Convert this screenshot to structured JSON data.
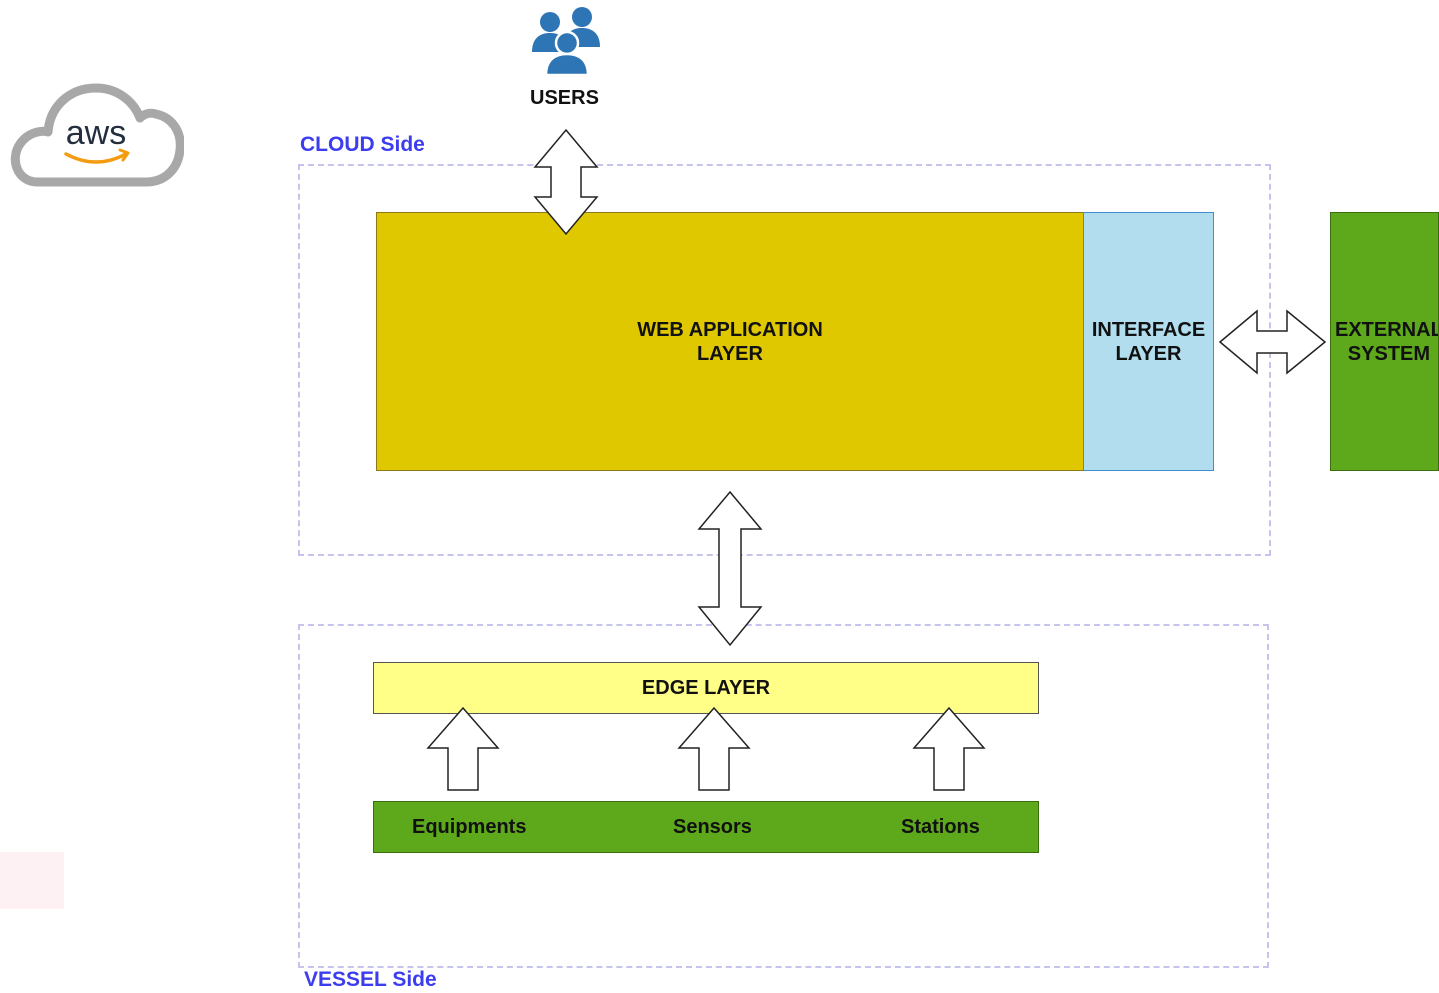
{
  "logo": {
    "text": "aws",
    "icon": "aws-cloud-icon"
  },
  "users": {
    "label": "USERS",
    "icon": "users-group-icon"
  },
  "zones": {
    "cloud": "CLOUD Side",
    "vessel": "VESSEL Side"
  },
  "layers": {
    "web_application": "WEB APPLICATION\nLAYER",
    "interface": "INTERFACE\nLAYER",
    "external_system": "EXTERNAL\nSYSTEM",
    "edge": "EDGE LAYER"
  },
  "devices": {
    "equipments": "Equipments",
    "sensors": "Sensors",
    "stations": "Stations"
  },
  "colors": {
    "web_application": "#e0c800",
    "interface": "#b1ddef",
    "external_system": "#5da81b",
    "edge": "#ffff88",
    "devices": "#5da81b",
    "zone_label": "#3d3df0",
    "zone_border": "#c4c4ec",
    "users_icon": "#2e75b6",
    "aws_cloud": "#a8a8a8",
    "aws_smile": "#f39c12"
  }
}
